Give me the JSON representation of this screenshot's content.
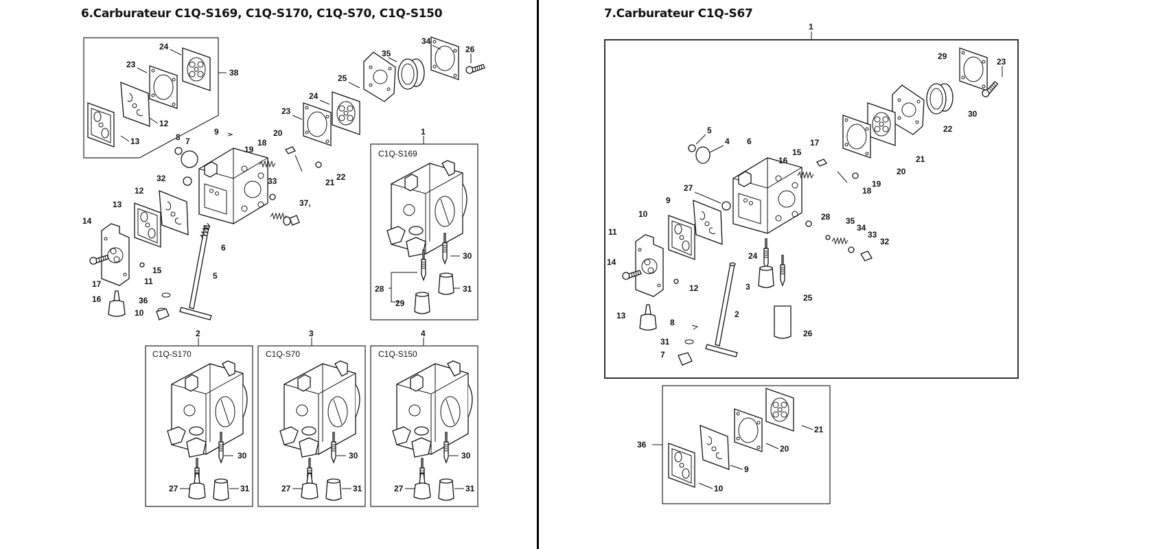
{
  "left_section": {
    "title": "6.Carburateur C1Q-S169, C1Q-S170, C1Q-S70, C1Q-S150",
    "kit_box": {
      "ref": "38",
      "parts": [
        "24",
        "23",
        "12",
        "13"
      ]
    },
    "exploded_labels": [
      "35",
      "34",
      "26",
      "25",
      "24",
      "23",
      "9",
      "8",
      "7",
      "20",
      "18",
      "19",
      "22",
      "21",
      "33",
      "37,",
      "32",
      "12",
      "13",
      "14",
      "6",
      "5",
      "15",
      "17",
      "11",
      "16",
      "36",
      "10"
    ],
    "variants": [
      {
        "ref": "1",
        "model": "C1Q-S169",
        "parts": [
          "30",
          "28",
          "31",
          "29"
        ]
      },
      {
        "ref": "2",
        "model": "C1Q-S170",
        "parts": [
          "30",
          "27",
          "31"
        ]
      },
      {
        "ref": "3",
        "model": "C1Q-S70",
        "parts": [
          "30",
          "27",
          "31"
        ]
      },
      {
        "ref": "4",
        "model": "C1Q-S150",
        "parts": [
          "30",
          "27",
          "31"
        ]
      }
    ]
  },
  "right_section": {
    "title": "7.Carburateur C1Q-S67",
    "main_box_ref": "1",
    "exploded_labels": [
      "29",
      "23",
      "30",
      "22",
      "21",
      "20",
      "5",
      "4",
      "6",
      "17",
      "15",
      "16",
      "19",
      "18",
      "27",
      "9",
      "10",
      "11",
      "28",
      "35",
      "34",
      "33",
      "32",
      "14",
      "12",
      "24",
      "3",
      "25",
      "2",
      "13",
      "26",
      "8",
      "31",
      "7"
    ],
    "kit_box": {
      "ref": "36",
      "parts": [
        "21",
        "20",
        "9",
        "10"
      ]
    }
  }
}
